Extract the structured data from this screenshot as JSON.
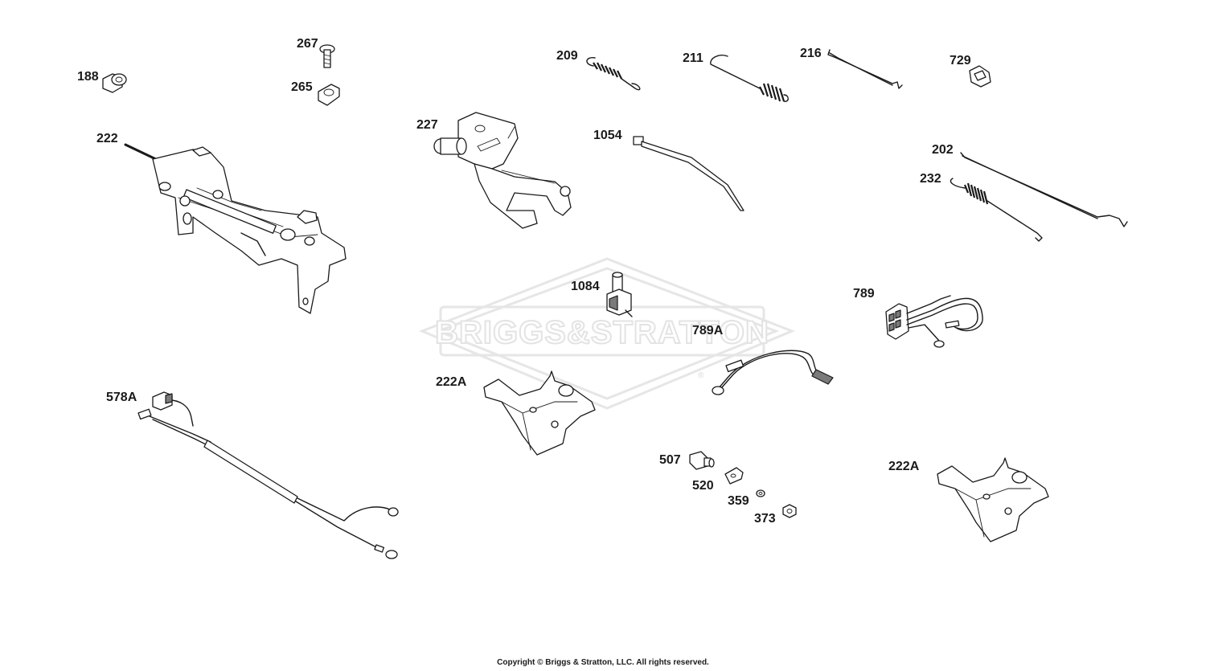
{
  "watermark": {
    "brand": "BRIGGS&STRATTON",
    "registered_mark": "®"
  },
  "callouts": {
    "c188": "188",
    "c267": "267",
    "c265": "265",
    "c222": "222",
    "c209": "209",
    "c211": "211",
    "c216": "216",
    "c729": "729",
    "c227": "227",
    "c1054": "1054",
    "c202": "202",
    "c232": "232",
    "c1084": "1084",
    "c789": "789",
    "c789A": "789A",
    "c222A_center": "222A",
    "c578A": "578A",
    "c507": "507",
    "c520": "520",
    "c359": "359",
    "c373": "373",
    "c222A_right": "222A"
  },
  "footer": {
    "copyright": "Copyright © Briggs & Stratton, LLC. All rights reserved."
  }
}
